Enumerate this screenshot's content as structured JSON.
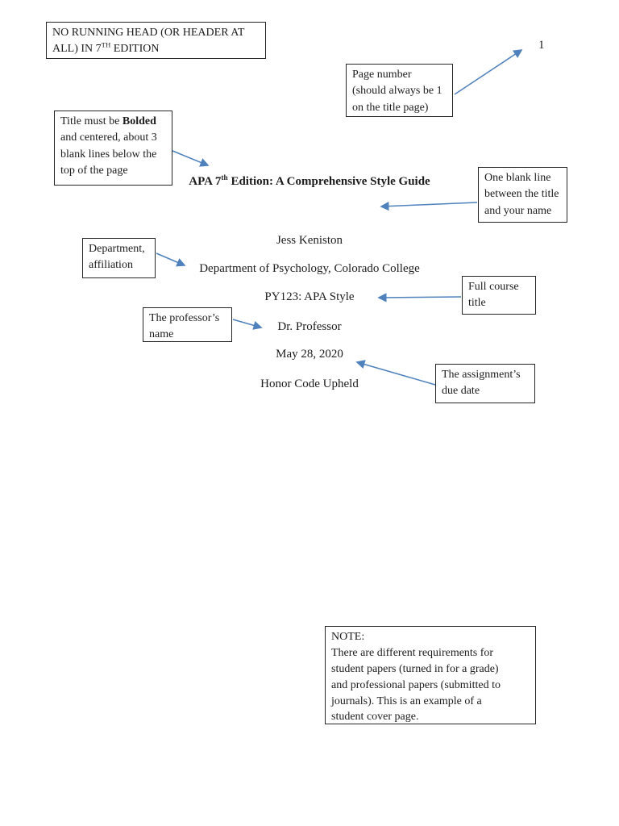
{
  "document": {
    "page_number": "1",
    "title": {
      "pre": "APA 7",
      "sup": "th",
      "post": " Edition: A Comprehensive Style Guide"
    },
    "author": "Jess Keniston",
    "affiliation": "Department of Psychology, Colorado College",
    "course": "PY123: APA Style",
    "professor": "Dr. Professor",
    "due_date": "May 28, 2020",
    "honor_code": "Honor Code Upheld"
  },
  "annotations": {
    "arrow_color": "#4f81bd",
    "running_head_note": {
      "line1": "NO RUNNING HEAD (OR HEADER AT",
      "line2_pre": "ALL) IN 7",
      "line2_sup": "TH",
      "line2_post": " EDITION"
    },
    "page_number_note": {
      "lines": [
        "Page number",
        "(should always be 1",
        "on the title page)"
      ]
    },
    "title_note": {
      "line1_pre": "Title must be ",
      "line1_bold": "Bolded",
      "line2": "and centered, about 3",
      "line3": "blank lines below the",
      "line4": "top of the page"
    },
    "blank_line_note": {
      "lines": [
        "One blank line",
        "between the title",
        "and your name"
      ]
    },
    "department_note": {
      "lines": [
        "Department,",
        "affiliation"
      ]
    },
    "course_note": {
      "lines": [
        "Full course",
        "title"
      ]
    },
    "professor_note": {
      "lines": [
        "The professor’s",
        "name"
      ]
    },
    "due_date_note": {
      "lines": [
        "The assignment’s",
        "due date"
      ]
    },
    "note_box": {
      "heading": "NOTE:",
      "lines": [
        "There are different requirements for",
        "student papers (turned in for a grade)",
        "and professional papers (submitted to",
        "journals). This is an example of a",
        "student cover page."
      ]
    }
  }
}
